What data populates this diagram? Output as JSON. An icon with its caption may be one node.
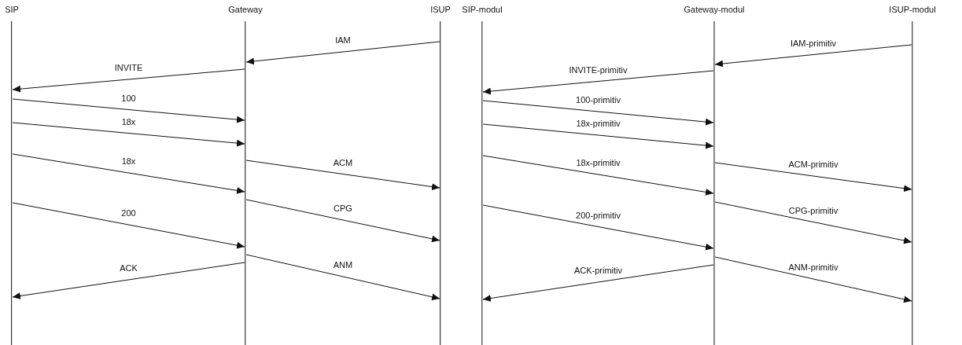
{
  "diagram": {
    "nodes": [
      {
        "text": [
          "SIP"
        ]
      },
      {
        "text": [
          "Gateway"
        ]
      },
      {
        "text": [
          "ISUP"
        ]
      },
      {
        "text": [
          "SIP-modul"
        ]
      },
      {
        "text": [
          "Gateway-modul"
        ]
      },
      {
        "text": [
          "ISUP-modul"
        ]
      }
    ],
    "edges": [
      {
        "from": 2,
        "to": 1,
        "arrow": "to",
        "label": "IAM"
      },
      {
        "from": 1,
        "to": 0,
        "arrow": "to",
        "label": "INVITE"
      },
      {
        "from": 0,
        "to": 1,
        "arrow": "to",
        "label": "100"
      },
      {
        "from": 0,
        "to": 1,
        "arrow": "to",
        "label": "18x"
      },
      {
        "from": 0,
        "to": 1,
        "arrow": "to",
        "label": "18x"
      },
      {
        "from": 1,
        "to": 2,
        "arrow": "to",
        "label": "ACM"
      },
      {
        "from": 0,
        "to": 1,
        "arrow": "to",
        "label": "200"
      },
      {
        "from": 1,
        "to": 2,
        "arrow": "to",
        "label": "CPG"
      },
      {
        "from": 1,
        "to": 0,
        "arrow": "to",
        "label": "ACK"
      },
      {
        "from": 1,
        "to": 2,
        "arrow": "to",
        "label": "ANM"
      },
      {
        "from": 5,
        "to": 4,
        "arrow": "to",
        "label": "IAM-primitiv"
      },
      {
        "from": 4,
        "to": 3,
        "arrow": "to",
        "label": "INVITE-primitiv"
      },
      {
        "from": 3,
        "to": 4,
        "arrow": "to",
        "label": "100-primitiv"
      },
      {
        "from": 3,
        "to": 4,
        "arrow": "to",
        "label": "18x-primitiv"
      },
      {
        "from": 3,
        "to": 4,
        "arrow": "to",
        "label": "18x-primitiv"
      },
      {
        "from": 4,
        "to": 5,
        "arrow": "to",
        "label": "ACM-primitiv"
      },
      {
        "from": 3,
        "to": 4,
        "arrow": "to",
        "label": "200-primitiv"
      },
      {
        "from": 4,
        "to": 5,
        "arrow": "to",
        "label": "CPG-primitiv"
      },
      {
        "from": 4,
        "to": 3,
        "arrow": "to",
        "label": "ACK-primitiv"
      },
      {
        "from": 4,
        "to": 5,
        "arrow": "to",
        "label": "ANM-primitiv"
      }
    ]
  }
}
